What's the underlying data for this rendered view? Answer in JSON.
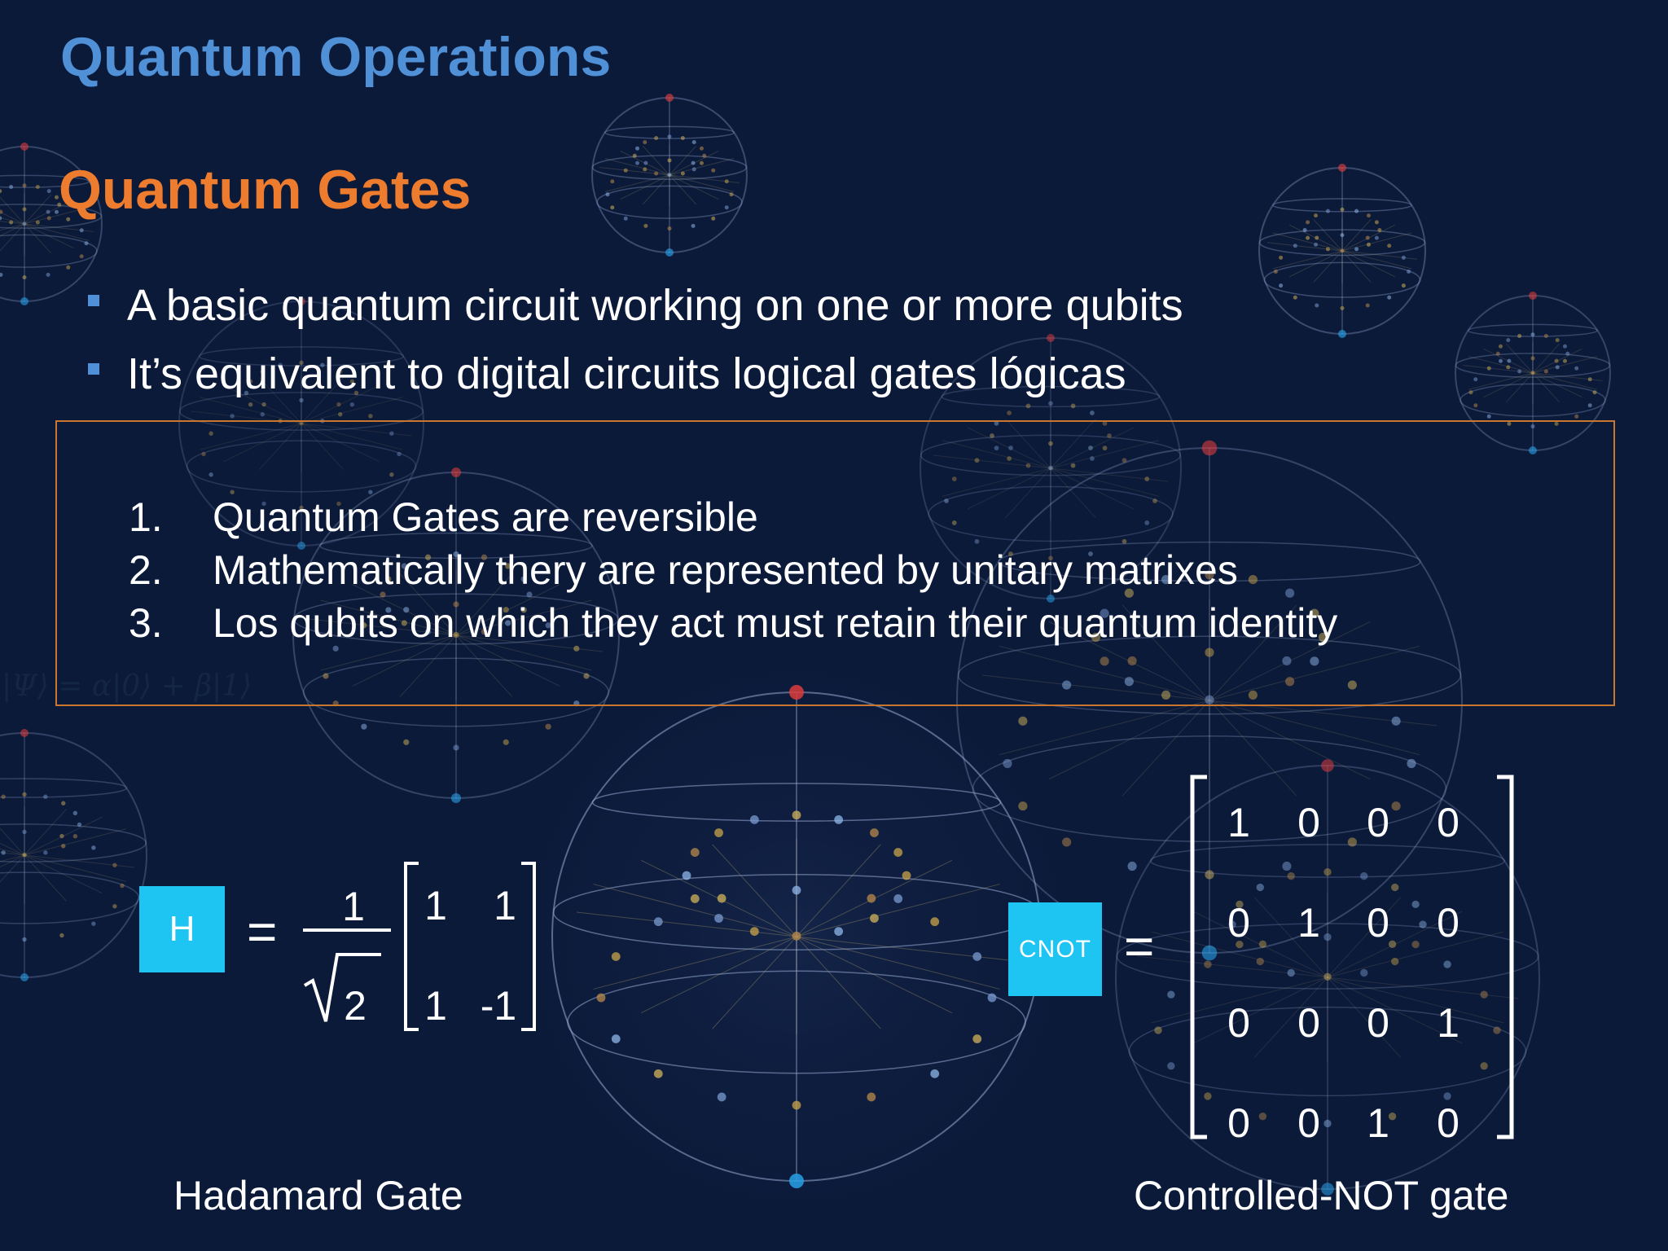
{
  "slide": {
    "title": "Quantum Operations",
    "subtitle": "Quantum Gates",
    "bullets": [
      "A basic quantum circuit working on one or more qubits",
      "It’s equivalent to digital circuits logical gates lógicas"
    ],
    "properties": [
      {
        "num": "1.",
        "text": "Quantum Gates are reversible"
      },
      {
        "num": "2.",
        "text": "Mathematically thery are represented by unitary matrixes"
      },
      {
        "num": "3.",
        "text": "Los qubits on which they act must retain their quantum identity"
      }
    ],
    "formula": "|Ψ⟩ = α|0⟩ + β|1⟩"
  },
  "hadamard": {
    "gate_label": "H",
    "equals": "=",
    "fraction_numerator": "1",
    "sqrt_symbol": "√",
    "sqrt_arg": "2",
    "matrix": [
      [
        "1",
        "1"
      ],
      [
        "1",
        "-1"
      ]
    ],
    "caption": "Hadamard Gate"
  },
  "cnot": {
    "gate_label": "CNOT",
    "equals": "=",
    "matrix": [
      [
        "1",
        "0",
        "0",
        "0"
      ],
      [
        "0",
        "1",
        "0",
        "0"
      ],
      [
        "0",
        "0",
        "0",
        "1"
      ],
      [
        "0",
        "0",
        "1",
        "0"
      ]
    ],
    "caption": "Controlled-NOT gate"
  },
  "colors": {
    "background": "#0c1a3a",
    "title": "#4f90d6",
    "subtitle": "#ee7c2e",
    "box_border": "#c9772e",
    "gate_fill": "#1ec4f2",
    "text": "#ffffff"
  }
}
